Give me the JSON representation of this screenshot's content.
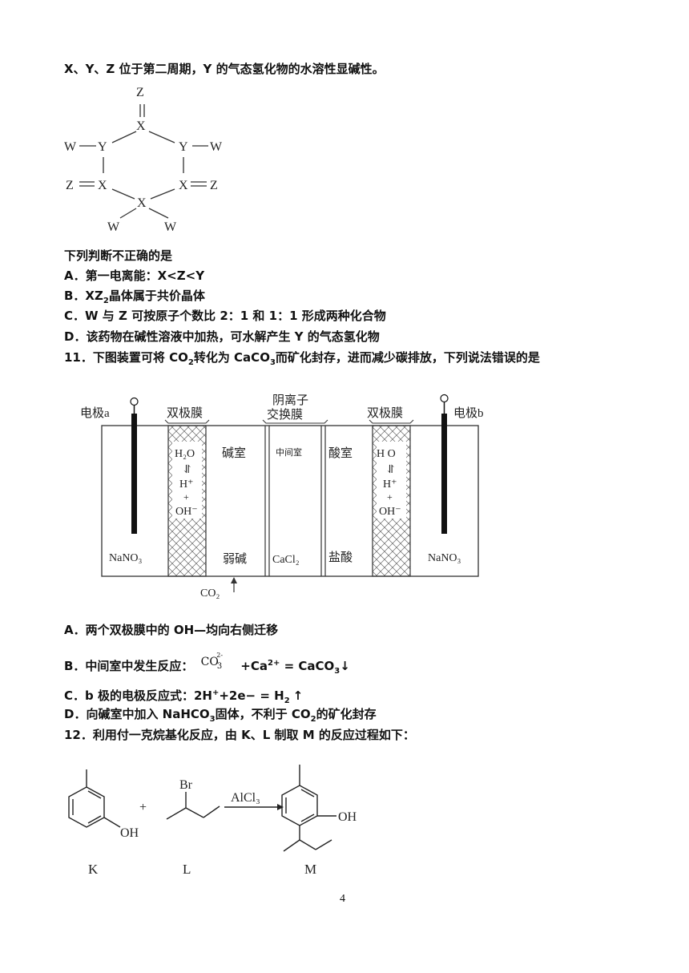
{
  "q10": {
    "intro": "X、Y、Z 位于第二周期，Y 的气态氢化物的水溶性显碱性。",
    "structure_atoms": {
      "z_top": "Z",
      "x_top": "X",
      "y_left": "Y",
      "y_right": "Y",
      "w_left": "W",
      "w_right": "W",
      "x_left": "X",
      "x_right": "X",
      "z_left": "Z",
      "z_right": "Z",
      "x_bottom": "X",
      "w_bottom_left": "W",
      "w_bottom_right": "W"
    },
    "stem": "下列判断不正确的是",
    "options": {
      "A": "A．第一电离能：X<Z<Y",
      "B_pre": "B．XZ",
      "B_sub": "2",
      "B_post": "晶体属于共价晶体",
      "C": "C．W 与 Z 可按原子个数比 2：1 和 1：1 形成两种化合物",
      "D": "D．该药物在碱性溶液中加热，可水解产生 Y 的气态氢化物"
    }
  },
  "q11": {
    "stem_pre": "11．下图装置可将 CO",
    "stem_sub1": "2",
    "stem_mid": "转化为 CaCO",
    "stem_sub2": "3",
    "stem_post": "而矿化封存，进而减少碳排放，下列说法错误的是",
    "diagram": {
      "electrode_a": "电极a",
      "electrode_b": "电极b",
      "bipolar_left": "双极膜",
      "bipolar_right": "双极膜",
      "anion_membrane_1": "阴离子",
      "anion_membrane_2": "交换膜",
      "bp_h2o": "H₂O",
      "bp_h_plus": "H⁺",
      "bp_plus": "+",
      "bp_oh_minus": "OH⁻",
      "bp_h2o_right": "H O",
      "nano3_left": "NaNO₃",
      "nano3_right": "NaNO₃",
      "base_room": "碱室",
      "weak_base": "弱碱",
      "middle_room": "中间室",
      "cacl2": "CaCl₂",
      "acid_room": "酸室",
      "hcl": "盐酸",
      "co2": "CO₂"
    },
    "options": {
      "A": "A．两个双极膜中的 OH—均向右侧迁移",
      "B_pre": "B．中间室中发生反应：",
      "B_ion": "CO",
      "B_ion_sub": "3",
      "B_ion_sup": "2-",
      "B_post_1": "+Ca",
      "B_post_sup": "2+",
      "B_post_2": "= CaCO",
      "B_post_sub": "3",
      "B_post_arrow": "↓",
      "C_pre": "C．b 极的电极反应式：2H",
      "C_sup": "+",
      "C_mid": "+2e− = H",
      "C_sub": "2",
      "C_arrow": "↑",
      "D_pre": "D．向碱室中加入 NaHCO",
      "D_sub1": "3",
      "D_mid": "固体，不利于 CO",
      "D_sub2": "2",
      "D_post": "的矿化封存"
    }
  },
  "q12": {
    "stem": "12．利用付一克烷基化反应，由 K、L 制取 M 的反应过程如下：",
    "reaction": {
      "k_label": "K",
      "l_label": "L",
      "m_label": "M",
      "k_oh": "OH",
      "m_oh": "OH",
      "l_br": "Br",
      "plus": "+",
      "catalyst": "AlCl₃"
    }
  },
  "page_number": "4"
}
